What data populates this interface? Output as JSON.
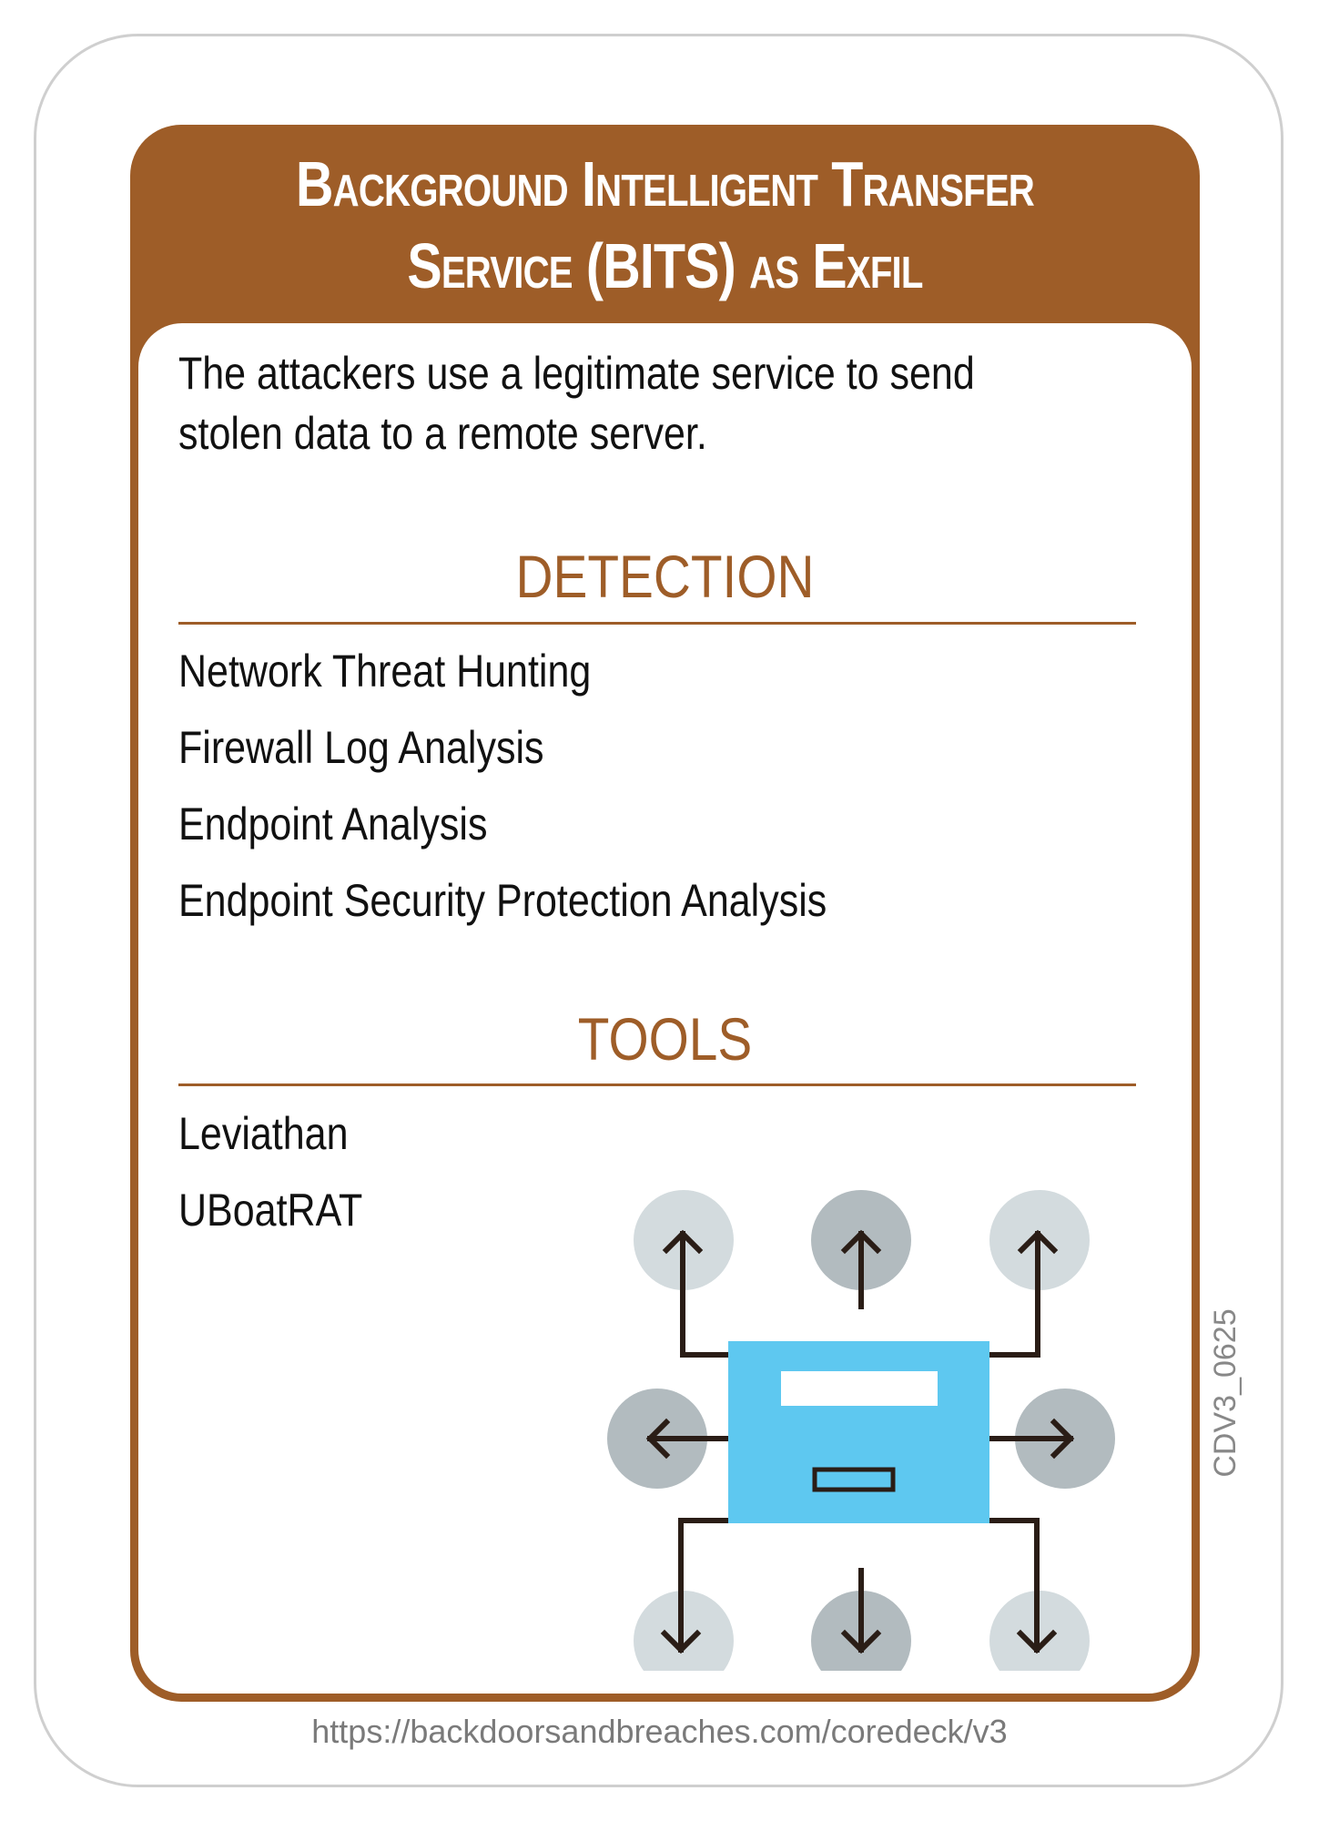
{
  "card": {
    "title_line1": "Background Intelligent Transfer",
    "title_line2": "Service (BITS) as Exfil",
    "description_line1": "The attackers use a legitimate service to send",
    "description_line2": "stolen data to a remote server.",
    "card_code": "CDV3_0625",
    "footer_url": "https://backdoorsandbreaches.com/coredeck/v3",
    "illustration_icon": "server-broadcast-icon"
  },
  "detection": {
    "heading": "DETECTION",
    "items": [
      "Network Threat Hunting",
      "Firewall Log Analysis",
      "Endpoint Analysis",
      "Endpoint Security Protection Analysis"
    ]
  },
  "tools": {
    "heading": "TOOLS",
    "items": [
      "Leviathan",
      "UBoatRAT"
    ]
  },
  "colors": {
    "brand_brown": "#9e5d28",
    "server_blue": "#5ec8f0",
    "node_light": "#d3dbde",
    "node_dark": "#b2bbbf",
    "arrow": "#2a1d16"
  }
}
